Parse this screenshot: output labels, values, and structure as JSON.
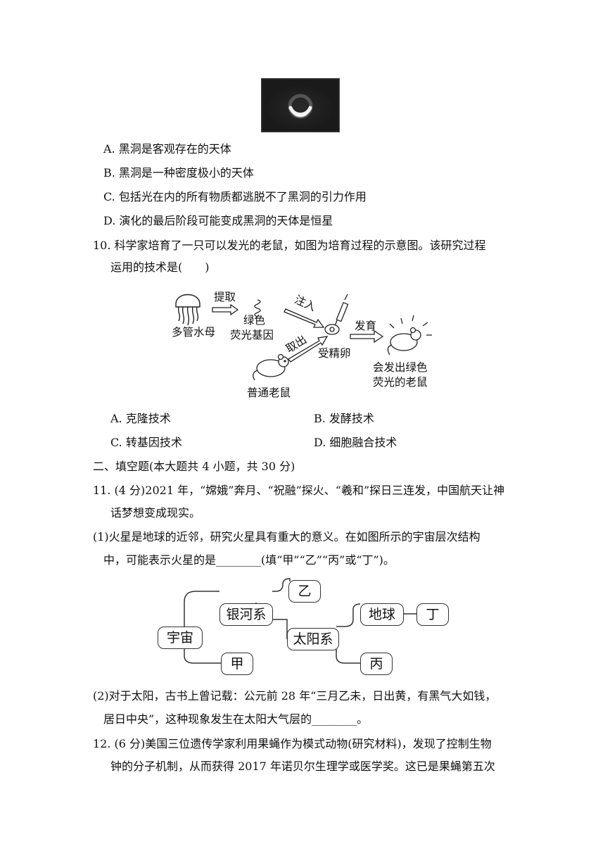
{
  "q9": {
    "options": [
      "A.  黑洞是客观存在的天体",
      "B.  黑洞是一种密度极小的天体",
      "C.  包括光在内的所有物质都逃脱不了黑洞的引力作用",
      "D.  演化的最后阶段可能变成黑洞的天体是恒星"
    ]
  },
  "q10": {
    "stem_line1": "10.  科学家培育了一只可以发光的老鼠，如图为培育过程的示意图。该研究过程",
    "stem_line2": "运用的技术是(　　)",
    "figure": {
      "jellyfish": "多管水母",
      "extract": "提取",
      "gene_line1": "绿色",
      "gene_line2": "荧光基因",
      "inject": "注入",
      "take_out": "取出",
      "egg": "受精卵",
      "develop": "发育",
      "normal_mouse": "普通老鼠",
      "glow_line1": "会发出绿色",
      "glow_line2": "荧光的老鼠"
    },
    "options": {
      "A": "A.  克隆技术",
      "B": "B.  发酵技术",
      "C": "C.  转基因技术",
      "D": "D.  细胞融合技术"
    }
  },
  "section2": "二、填空题(本大题共 4 小题，共 30 分)",
  "q11": {
    "stem_line1": "11. (4 分)2021 年，“嫦娥”奔月、“祝融”探火、“羲和”探日三连发，中国航天让神",
    "stem_line2": "话梦想变成现实。",
    "p1_line1": "(1)火星是地球的近邻，研究火星具有重大的意义。在如图所示的宇宙层次结构",
    "p1_line2": "中，可能表示火星的是________(填“甲”“乙”“丙”或“丁”)。",
    "tree": {
      "universe": "宇宙",
      "galaxy": "银河系",
      "yi": "乙",
      "jia": "甲",
      "solar": "太阳系",
      "earth": "地球",
      "ding": "丁",
      "bing": "丙"
    },
    "p2_line1": "(2)对于太阳，古书上曾记载：公元前 28 年“三月乙未，日出黄，有黑气大如钱，",
    "p2_line2": "居日中央”，这种现象发生在太阳大气层的________。"
  },
  "q12": {
    "line1": "12. (6 分)美国三位遗传学家利用果蝇作为模式动物(研究材料)，发现了控制生物",
    "line2": "钟的分子机制，从而获得 2017 年诺贝尔生理学或医学奖。这已是果蝇第五次"
  }
}
